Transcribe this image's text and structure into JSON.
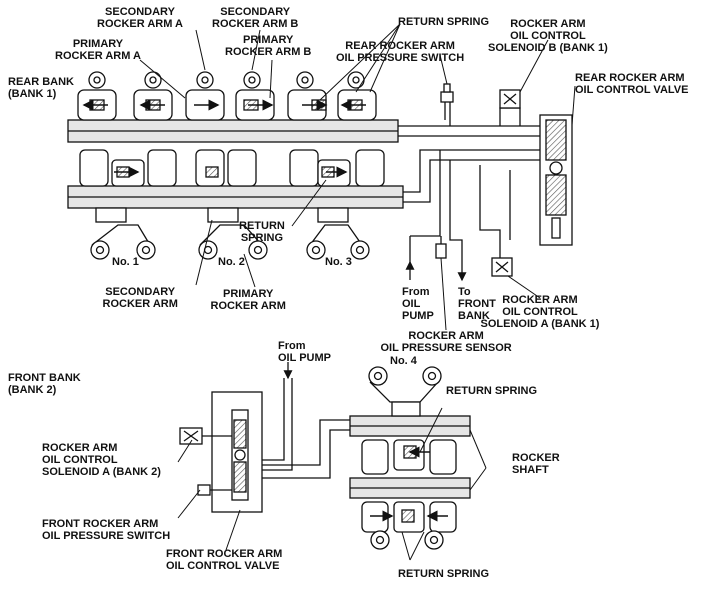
{
  "labels": {
    "secondary_rocker_arm_a": "SECONDARY\nROCKER ARM A",
    "secondary_rocker_arm_b": "SECONDARY\nROCKER ARM B",
    "return_spring_top": "RETURN SPRING",
    "rocker_arm_oil_control_solenoid_b": "ROCKER ARM\nOIL CONTROL\nSOLENOID B (BANK 1)",
    "primary_rocker_arm_a": "PRIMARY\nROCKER ARM A",
    "primary_rocker_arm_b": "PRIMARY\nROCKER ARM B",
    "rear_rocker_arm_oil_pressure_switch": "REAR ROCKER ARM\nOIL PRESSURE SWITCH",
    "rear_rocker_arm_oil_control_valve": "REAR ROCKER ARM\nOIL CONTROL VALVE",
    "rear_bank": "REAR BANK\n(BANK 1)",
    "return_spring_mid": "RETURN\nSPRING",
    "no1": "No. 1",
    "no2": "No. 2",
    "no3": "No. 3",
    "no4": "No. 4",
    "secondary_rocker_arm": "SECONDARY\nROCKER ARM",
    "primary_rocker_arm": "PRIMARY\nROCKER ARM",
    "from_oil_pump_rear": "From\nOIL\nPUMP",
    "to_front_bank": "To\nFRONT\nBANK",
    "rocker_arm_oil_control_solenoid_a_bank1": "ROCKER ARM\nOIL CONTROL\nSOLENOID A (BANK 1)",
    "rocker_arm_oil_pressure_sensor": "ROCKER ARM\nOIL PRESSURE SENSOR",
    "from_oil_pump_front": "From\nOIL PUMP",
    "front_bank": "FRONT BANK\n(BANK 2)",
    "return_spring_front_top": "RETURN SPRING",
    "rocker_arm_oil_control_solenoid_a_bank2": "ROCKER ARM\nOIL CONTROL\nSOLENOID A (BANK 2)",
    "rocker_shaft": "ROCKER\nSHAFT",
    "front_rocker_arm_oil_pressure_switch": "FRONT ROCKER ARM\nOIL PRESSURE SWITCH",
    "front_rocker_arm_oil_control_valve": "FRONT ROCKER ARM\nOIL CONTROL VALVE",
    "return_spring_bottom": "RETURN SPRING"
  },
  "colors": {
    "ink": "#111111",
    "hatch": "#555555",
    "fill_light": "#e6e6e6",
    "background": "#ffffff"
  }
}
